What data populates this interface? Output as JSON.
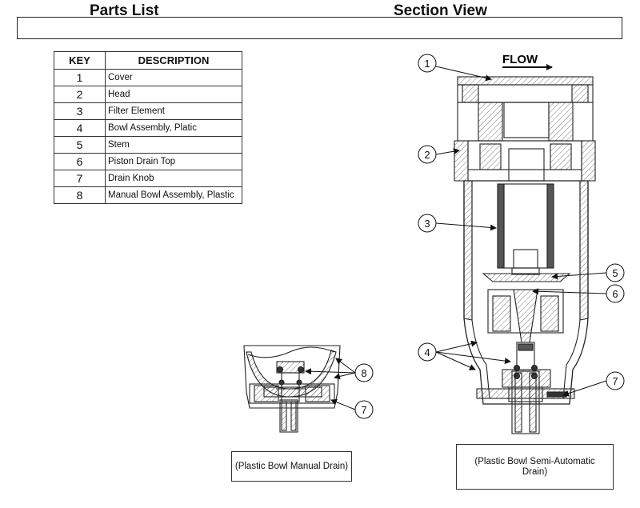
{
  "header": {
    "parts_title": "Parts List",
    "section_title": "Section View"
  },
  "parts_table": {
    "columns": [
      "KEY",
      "DESCRIPTION"
    ],
    "rows": [
      {
        "key": "1",
        "description": "Cover"
      },
      {
        "key": "2",
        "description": "Head"
      },
      {
        "key": "3",
        "description": "Filter Element"
      },
      {
        "key": "4",
        "description": "Bowl Assembly, Platic"
      },
      {
        "key": "5",
        "description": "Stem"
      },
      {
        "key": "6",
        "description": "Piston Drain Top"
      },
      {
        "key": "7",
        "description": "Drain Knob"
      },
      {
        "key": "8",
        "description": "Manual Bowl Assembly, Plastic"
      }
    ]
  },
  "section_view": {
    "flow_label": "FLOW",
    "callouts": [
      "1",
      "2",
      "3",
      "4",
      "5",
      "6",
      "7"
    ],
    "caption": "(Plastic Bowl Semi-Automatic Drain)"
  },
  "manual_drain_view": {
    "callouts": [
      "8",
      "7"
    ],
    "caption": "(Plastic Bowl Manual Drain)"
  }
}
